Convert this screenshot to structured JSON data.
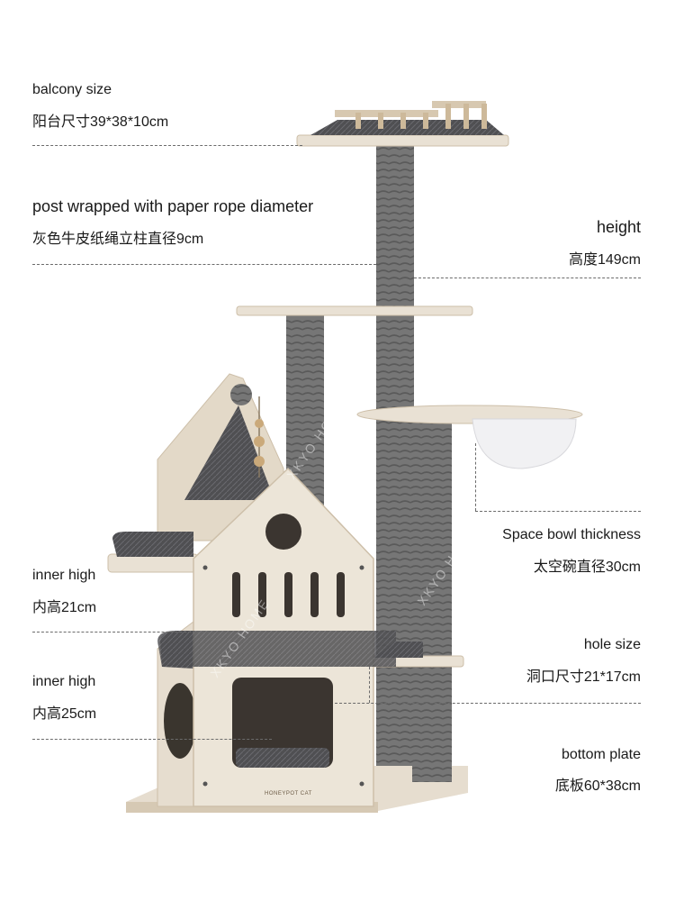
{
  "labels": {
    "balcony_en": "balcony size",
    "balcony_zh": "阳台尺寸39*38*10cm",
    "post_en": "post wrapped with paper rope diameter",
    "post_zh": "灰色牛皮纸绳立柱直径9cm",
    "height_en": "height",
    "height_zh": "高度149cm",
    "bowl_en": "Space bowl thickness",
    "bowl_zh": "太空碗直径30cm",
    "inner1_en": "inner high",
    "inner1_zh": "内高21cm",
    "hole_en": "hole size",
    "hole_zh": "洞口尺寸21*17cm",
    "inner2_en": "inner high",
    "inner2_zh": "内高25cm",
    "bottom_en": "bottom plate",
    "bottom_zh": "底板60*38cm"
  },
  "watermark": "XKYO HOME",
  "brand_mark": "HONEYPOT CAT",
  "colors": {
    "wood": "#e9e1d4",
    "wood_edge": "#cdbfa9",
    "rope": "#6f6f6f",
    "cushion": "#8a8a8a",
    "dash": "#6b6b6b"
  }
}
